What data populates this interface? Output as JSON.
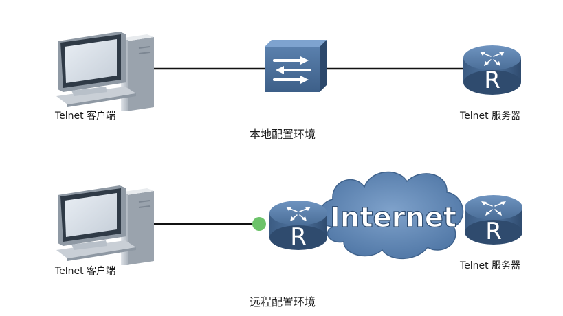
{
  "local": {
    "client_label": "Telnet 客户端",
    "server_label": "Telnet 服务器",
    "caption": "本地配置环境"
  },
  "remote": {
    "client_label": "Telnet 客户端",
    "server_label": "Telnet 服务器",
    "cloud_label": "Internet",
    "router_letter": "R",
    "caption": "远程配置环境"
  },
  "local_router_letter": "R",
  "colors": {
    "device_blue": "#4a6d96",
    "device_dark": "#2e4c70",
    "cloud_fill": "#5f86b3",
    "port_green": "#6cc36a",
    "line": "#111111"
  }
}
